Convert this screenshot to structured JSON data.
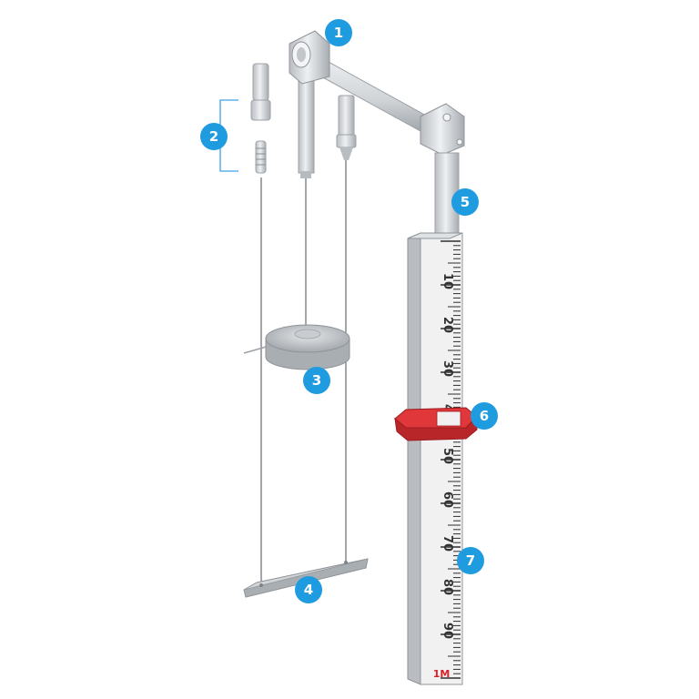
{
  "colors": {
    "badge": "#1f9be0",
    "metal": "#d9dcdf",
    "metal_dark": "#a9aeb3",
    "indicator": "#d42a2a",
    "scale_bg": "#f1f1f1"
  },
  "callouts": [
    {
      "label": "1",
      "part": "pulley-head"
    },
    {
      "label": "2",
      "part": "cable-fittings"
    },
    {
      "label": "3",
      "part": "float"
    },
    {
      "label": "4",
      "part": "bottom-anchor"
    },
    {
      "label": "5",
      "part": "tube"
    },
    {
      "label": "6",
      "part": "indicator-clamp"
    },
    {
      "label": "7",
      "part": "gauge-board"
    }
  ],
  "scale": {
    "tick_labels": [
      "10",
      "20",
      "30",
      "40",
      "50",
      "60",
      "70",
      "80",
      "90"
    ],
    "logo": "1M"
  }
}
